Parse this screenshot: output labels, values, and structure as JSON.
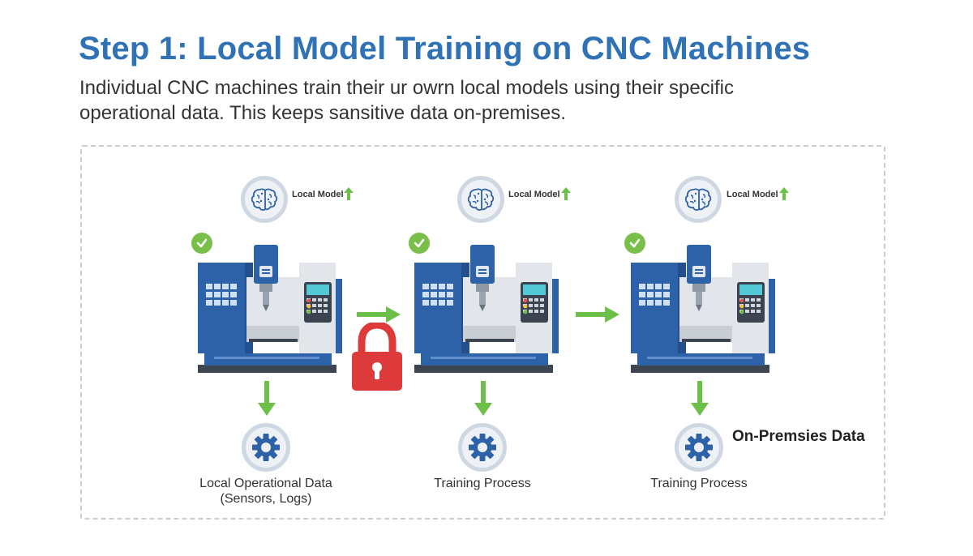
{
  "header": {
    "title": "Step 1: Local Model Training on CNC Machines",
    "subtitle_line1": "Individual CNC machines train their ur owrn local models using their specific",
    "subtitle_line2": "operational data.  This keeps sansitive data on-premises."
  },
  "machines": [
    {
      "model_label": "Local Model",
      "caption_line1": "Local Operational Data",
      "caption_line2": "(Sensors, Logs)"
    },
    {
      "model_label": "Local Model",
      "caption_line1": "Training Process",
      "caption_line2": ""
    },
    {
      "model_label": "Local Model",
      "caption_line1": "Training Process",
      "caption_line2": ""
    }
  ],
  "annotation": "On-Premsies Data",
  "colors": {
    "title": "#2f72b5",
    "machine_blue": "#2e62a8",
    "check_green": "#79c04a",
    "arrow_green": "#6cc04a",
    "lock_red": "#dd3b3b"
  },
  "icons": [
    "brain-icon",
    "up-arrow-icon",
    "check-icon",
    "cnc-machine-icon",
    "lock-icon",
    "gear-icon",
    "right-arrow-icon",
    "down-arrow-icon"
  ]
}
